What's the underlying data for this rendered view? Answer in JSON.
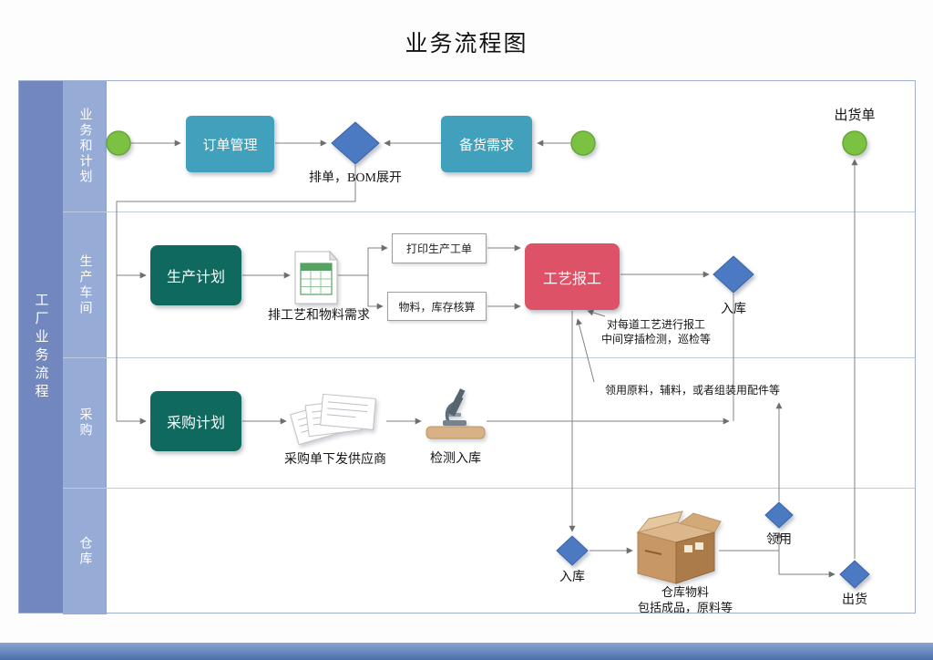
{
  "title": "业务流程图",
  "pool": {
    "title": "工厂业务流程"
  },
  "lanes": [
    {
      "label": "业务和计划"
    },
    {
      "label": "生产车间"
    },
    {
      "label": "采购"
    },
    {
      "label": "仓库"
    }
  ],
  "lane1": {
    "order_mgmt": "订单管理",
    "bom_note": "排单，BOM展开",
    "stock_demand": "备货需求",
    "ship_order": "出货单"
  },
  "lane2": {
    "prod_plan": "生产计划",
    "sched_note": "排工艺和物料需求",
    "print_workorder": "打印生产工单",
    "material_check": "物料，库存核算",
    "process_report": "工艺报工",
    "inbound": "入库",
    "report_note_line1": "对每道工艺进行报工",
    "report_note_line2": "中间穿插检测，巡检等"
  },
  "lane3": {
    "purchase_plan": "采购计划",
    "po_note": "采购单下发供应商",
    "inspect_inbound": "检测入库",
    "requisition_note": "领用原料，辅料，或者组装用配件等"
  },
  "lane4": {
    "inbound": "入库",
    "warehouse_note_line1": "仓库物料",
    "warehouse_note_line2": "包括成品，原料等",
    "requisition": "领用",
    "shipment": "出货"
  },
  "colors": {
    "teal_node": "#41a1bc",
    "dark_teal_node": "#0f695e",
    "red_node": "#dd5266",
    "diamond_blue": "#4b79c2",
    "event_green": "#7cc242",
    "pool_bar": "#7187be",
    "lane_label_col": "#97abd7"
  }
}
